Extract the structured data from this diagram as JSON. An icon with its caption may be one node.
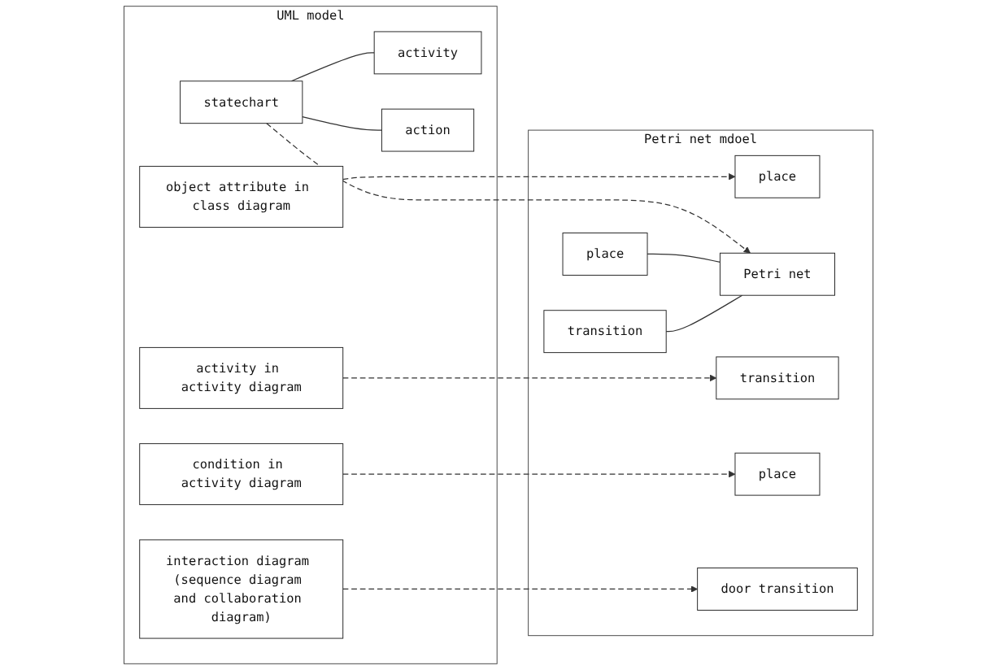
{
  "diagram": {
    "nodes": [
      {
        "text": [
          "UML model"
        ]
      },
      {
        "text": [
          "object attribute in class diagram"
        ],
        "in": 0
      },
      {
        "text": [
          "statechart"
        ],
        "in": 0
      },
      {
        "text": [
          "activity"
        ],
        "in": 0
      },
      {
        "text": [
          "action"
        ],
        "in": 0
      },
      {
        "text": [
          "activity in activity diagram"
        ],
        "in": 0
      },
      {
        "text": [
          "condition in activity diagram"
        ],
        "in": 0
      },
      {
        "text": [
          "interaction diagram (sequence diagram and collaboration diagram)"
        ],
        "in": 0
      },
      {
        "text": [
          "Petri net mdoel"
        ]
      },
      {
        "text": [
          "place"
        ],
        "in": 8
      },
      {
        "text": [
          "place"
        ],
        "in": 8
      },
      {
        "text": [
          "transition"
        ],
        "in": 8
      },
      {
        "text": [
          "Petri net"
        ],
        "in": 8
      },
      {
        "text": [
          "transition"
        ],
        "in": 8
      },
      {
        "text": [
          "place"
        ],
        "in": 8
      },
      {
        "text": [
          "door transition"
        ],
        "in": 8
      }
    ],
    "edges": [
      {
        "from": 1,
        "to": 9,
        "arrow": "to",
        "style": "dashed"
      },
      {
        "from": 2,
        "to": 3,
        "arrow": "none"
      },
      {
        "from": 2,
        "to": 4,
        "arrow": "none"
      },
      {
        "from": 2,
        "to": 12,
        "arrow": "to",
        "style": "dashed"
      },
      {
        "from": 10,
        "to": 12,
        "arrow": "none"
      },
      {
        "from": 11,
        "to": 12,
        "arrow": "none"
      },
      {
        "from": 5,
        "to": 13,
        "arrow": "to",
        "style": "dashed"
      },
      {
        "from": 6,
        "to": 14,
        "arrow": "to",
        "style": "dashed"
      },
      {
        "from": 7,
        "to": 15,
        "arrow": "to",
        "style": "dashed"
      }
    ]
  }
}
